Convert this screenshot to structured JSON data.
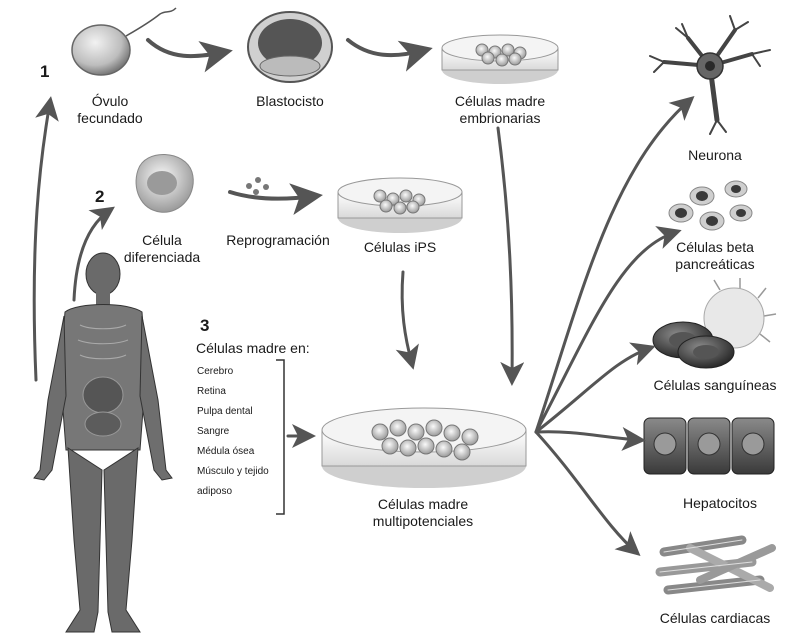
{
  "numbers": {
    "one": "1",
    "two": "2",
    "three": "3"
  },
  "labels": {
    "ovulo_l1": "Óvulo",
    "ovulo_l2": "fecundado",
    "blastocisto": "Blastocisto",
    "embrionarias_l1": "Células madre",
    "embrionarias_l2": "embrionarias",
    "diferenciada_l1": "Célula",
    "diferenciada_l2": "diferenciada",
    "reprogramacion": "Reprogramación",
    "ips": "Células iPS",
    "multi_l1": "Células madre",
    "multi_l2": "multipotenciales",
    "neurona": "Neurona",
    "beta_l1": "Células beta",
    "beta_l2": "pancreáticas",
    "sanguineas": "Células sanguíneas",
    "hepatocitos": "Hepatocitos",
    "cardiacas": "Células cardiacas"
  },
  "sources": {
    "heading": "Células madre en:",
    "items": [
      "Cerebro",
      "Retina",
      "Pulpa dental",
      "Sangre",
      "Médula ósea",
      "Músculo y tejido",
      "adiposo"
    ]
  }
}
